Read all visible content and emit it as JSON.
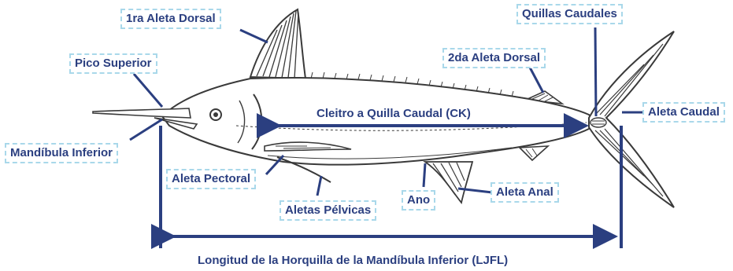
{
  "labels": {
    "first_dorsal": "1ra Aleta Dorsal",
    "upper_bill": "Pico Superior",
    "lower_jaw": "Mandíbula Inferior",
    "second_dorsal": "2da Aleta Dorsal",
    "caudal_keels": "Quillas Caudales",
    "caudal_fin": "Aleta Caudal",
    "pectoral_fin": "Aleta Pectoral",
    "pelvic_fins": "Aletas Pélvicas",
    "anus": "Ano",
    "anal_fin": "Aleta Anal"
  },
  "measurements": {
    "ck": "Cleitro a Quilla Caudal (CK)",
    "ljfl": "Longitud de la Horquilla de la Mandíbula Inferior (LJFL)"
  },
  "colors": {
    "navy": "#2b3f80",
    "label_border": "#a9d8ea",
    "fish_outline": "#3a3a3a"
  }
}
